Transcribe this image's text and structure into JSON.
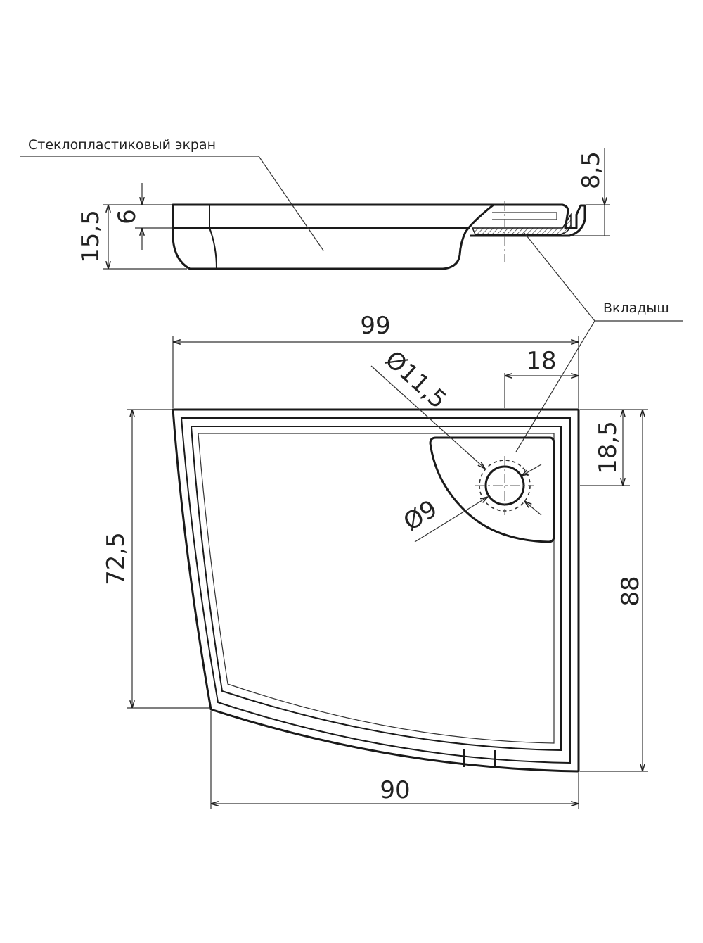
{
  "labels": {
    "screen": "Стеклопластиковый экран",
    "insert": "Вкладыш"
  },
  "dimensions": {
    "total_height": "15,5",
    "rim_height": "6",
    "insert_height": "8,5",
    "width_top": "99",
    "drain_outer": "Ø11,5",
    "drain_offset_x": "18",
    "drain_offset_y": "18,5",
    "drain_inner": "Ø9",
    "left_side": "72,5",
    "right_side": "88",
    "width_bottom": "90"
  }
}
